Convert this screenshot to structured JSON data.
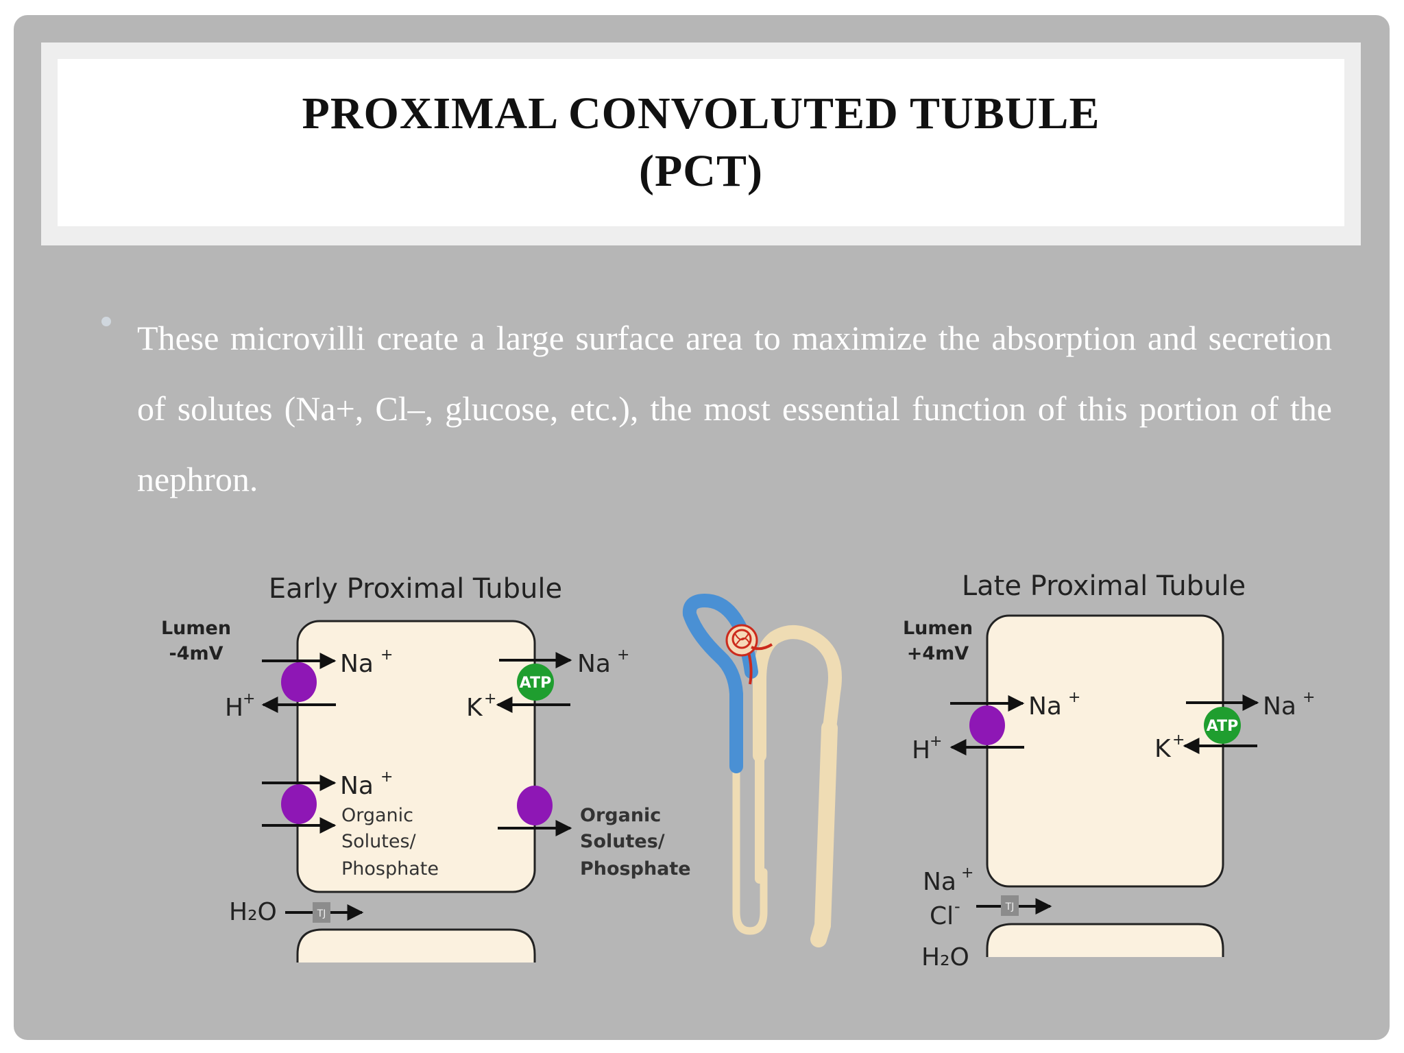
{
  "title": {
    "line1": "PROXIMAL CONVOLUTED TUBULE",
    "line2": "(PCT)"
  },
  "bullet": "These microvilli create a large surface area to  maximize the absorption and secretion of  solutes (Na+, Cl–, glucose, etc.), the most  essential function of this portion of the  nephron.",
  "diagram": {
    "early": {
      "heading": "Early Proximal Tubule",
      "lumen": "Lumen",
      "voltage": "-4mV",
      "na": "Na",
      "h": "H",
      "k": "K",
      "plus": "+",
      "atp": "ATP",
      "organic": [
        "Organic",
        "Solutes/",
        "Phosphate"
      ],
      "h2o": "H₂O",
      "tj": "TJ"
    },
    "late": {
      "heading": "Late Proximal Tubule",
      "lumen": "Lumen",
      "voltage": "+4mV",
      "na": "Na",
      "h": "H",
      "k": "K",
      "plus": "+",
      "atp": "ATP",
      "cl": "Cl",
      "minus": "-",
      "h2o": "H₂O",
      "tj": "TJ"
    },
    "colors": {
      "cell": "#fbf1df",
      "transporter": "#8e17b5",
      "atp": "#1f9e2f",
      "tj": "#8c8c8c",
      "blue_tubule": "#4a90d4",
      "tan_tubule": "#efdcb4",
      "glomerulus": "#cc2a1c"
    }
  }
}
